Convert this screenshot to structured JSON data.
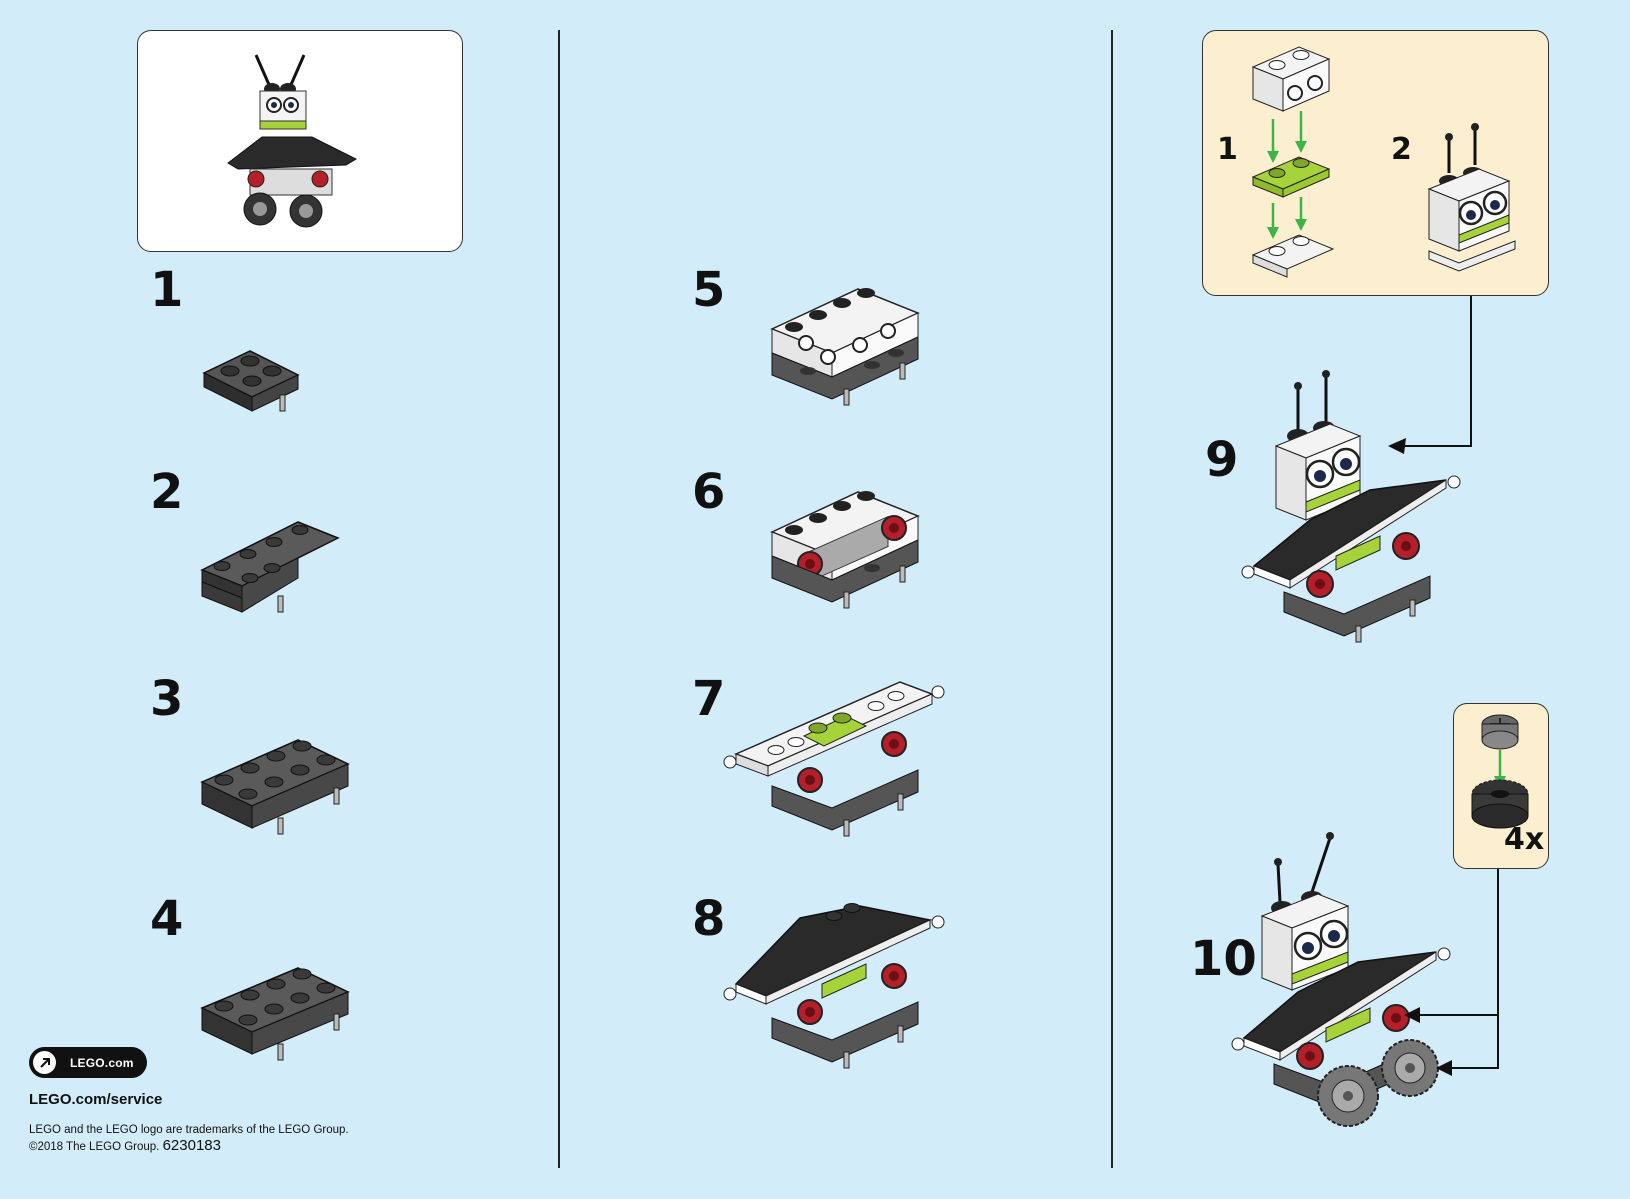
{
  "left_column": {
    "steps": [
      "1",
      "2",
      "3",
      "4"
    ]
  },
  "middle_column": {
    "steps": [
      "5",
      "6",
      "7",
      "8"
    ]
  },
  "right_column": {
    "sub_assembly_steps": [
      "1",
      "2"
    ],
    "steps": [
      "9",
      "10"
    ],
    "wheel_multiplier": "4x"
  },
  "footer": {
    "link_label": "LEGO.com",
    "service_link": "LEGO.com/service",
    "legal_line_1": "LEGO and the LEGO logo are trademarks of the LEGO Group.",
    "legal_line_2": "©2018 The LEGO Group.",
    "product_code": "6230183"
  },
  "colors": {
    "background": "#d3ecfa",
    "callout": "#fcefcf",
    "brick_dark_gray": "#5a5a5a",
    "brick_black": "#2a2a2a",
    "brick_lime": "#a6d23a",
    "brick_red": "#b3202a",
    "arrow_green": "#3bb54a"
  },
  "icons": [
    "arrow-northeast-icon"
  ]
}
